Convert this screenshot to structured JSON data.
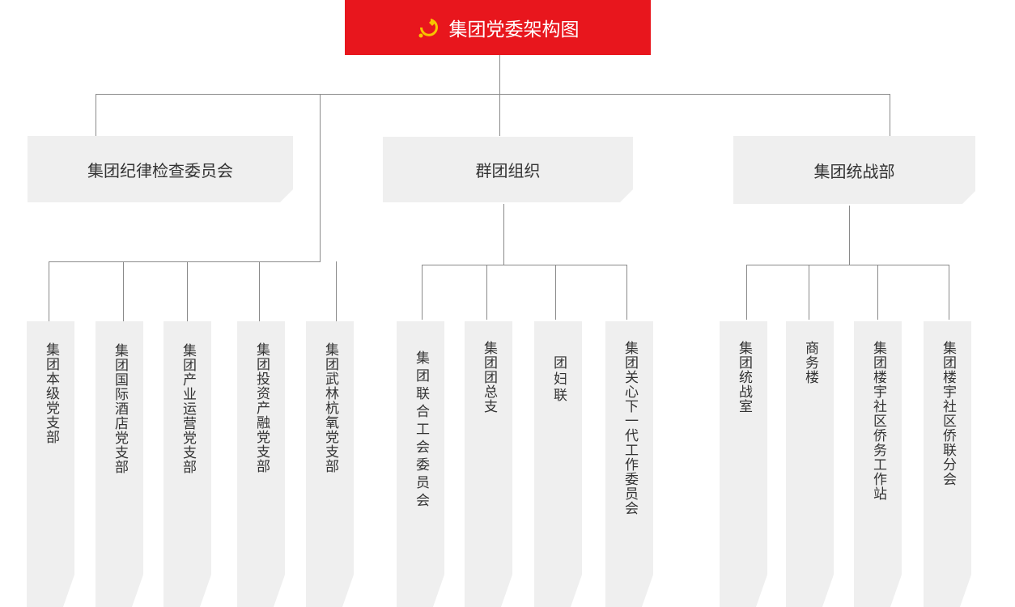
{
  "title": "集团党委架构图",
  "icon": "party-emblem-icon",
  "colors": {
    "header_bg": "#e8161d",
    "box_bg": "#efefef",
    "line": "#8a8a8a"
  },
  "level2": [
    {
      "label": "集团纪律检查委员会"
    },
    {
      "label": "群团组织"
    },
    {
      "label": "集团统战部"
    }
  ],
  "leaves": [
    "集团本级党支部",
    "集团国际酒店党支部",
    "集团产业运营党支部",
    "集团投资产融党支部",
    "集团武林杭氧党支部",
    "集团联合工会委员会",
    "集团团总支",
    "团妇联",
    "集团关心下一代工作委员会",
    "集团统战室",
    "商务楼",
    "集团楼宇社区侨务工作站",
    "集团楼宇社区侨联分会"
  ]
}
